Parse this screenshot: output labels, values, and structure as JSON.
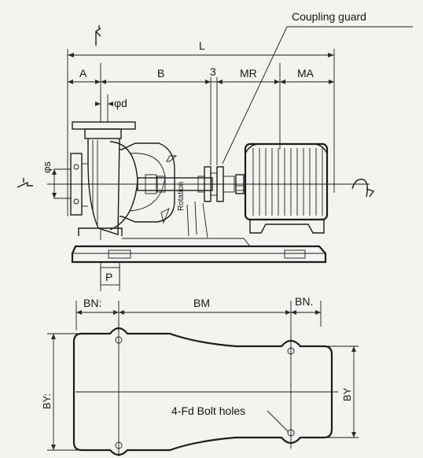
{
  "callout": {
    "coupling_guard": "Coupling guard"
  },
  "dimensions": {
    "L": "L",
    "A": "A",
    "B": "B",
    "gap": "3",
    "MR": "MR",
    "MA": "MA",
    "phi_d": "φd",
    "phi_s": "φs",
    "P": "P",
    "BN_left": "BN:",
    "BM": "BM",
    "BN_right": "BN.",
    "BY_left": "BY:",
    "BY_right": "BY"
  },
  "labels": {
    "rotation": "Rotation",
    "bolt_holes": "4-Fd Bolt holes"
  }
}
